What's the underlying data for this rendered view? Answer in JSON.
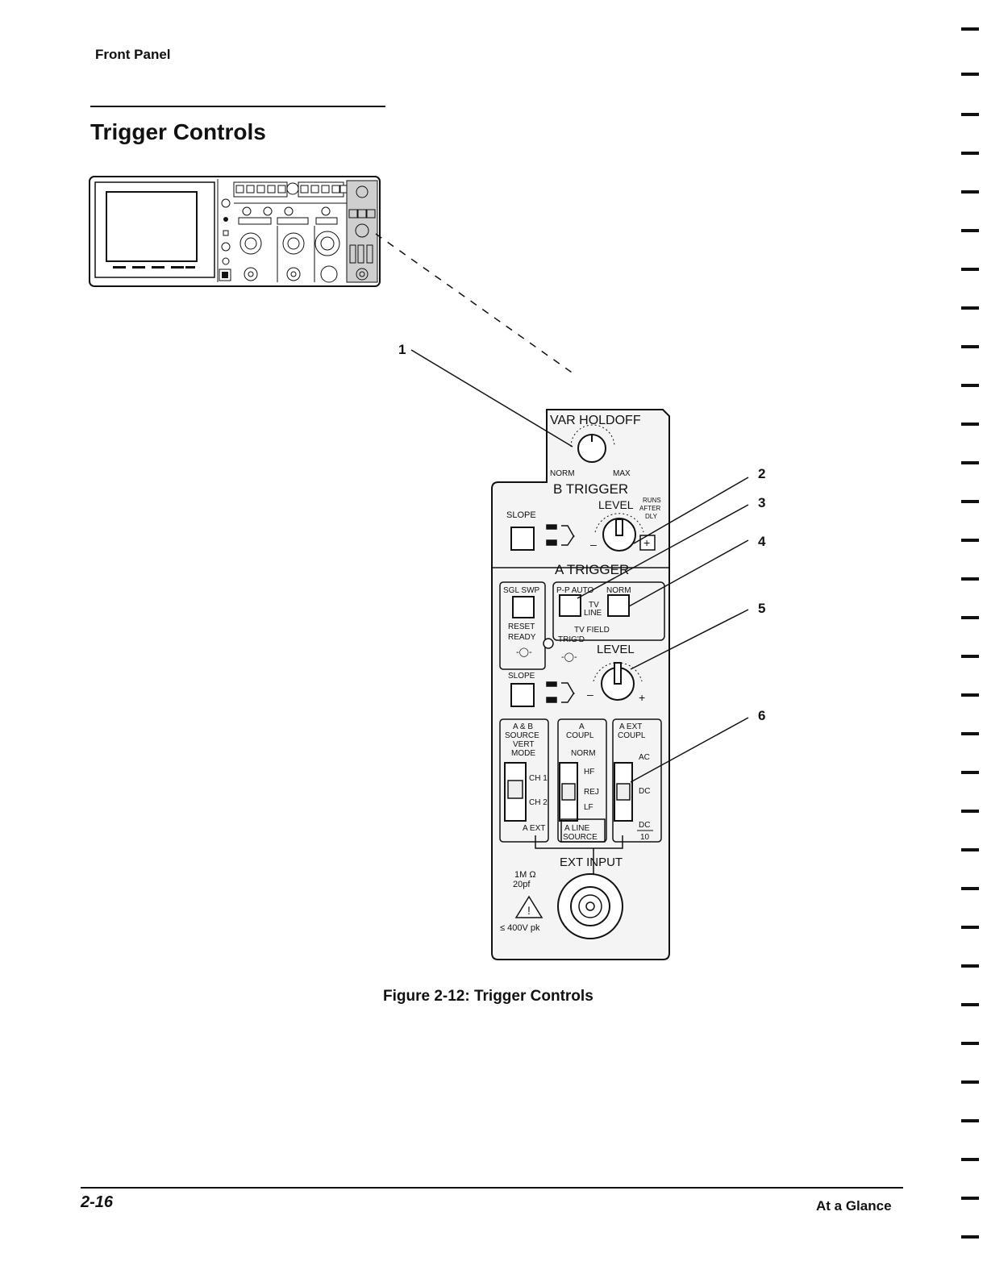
{
  "header": {
    "label": "Front Panel"
  },
  "section": {
    "title": "Trigger Controls"
  },
  "figure": {
    "caption": "Figure 2-12:  Trigger Controls",
    "callouts": [
      "1",
      "2",
      "3",
      "4",
      "5",
      "6"
    ],
    "panel": {
      "var_holdoff": {
        "title": "VAR HOLDOFF",
        "min_label": "NORM",
        "max_label": "MAX"
      },
      "b_trigger": {
        "title": "B TRIGGER",
        "slope_label": "SLOPE",
        "level_label": "LEVEL",
        "runs_after_dly": [
          "RUNS",
          "AFTER",
          "DLY"
        ],
        "minus": "–",
        "plus": "+"
      },
      "a_trigger": {
        "title": "A TRIGGER",
        "sgl_swp_label": "SGL SWP",
        "reset_label": "RESET",
        "ready_label": "READY",
        "pp_auto_label": "P-P AUTO",
        "tv_label": "TV",
        "line_label": "LINE",
        "norm_label": "NORM",
        "tv_field_label": "TV FIELD",
        "trigd_label": "TRIG'D",
        "level_label": "LEVEL",
        "slope_label": "SLOPE",
        "minus": "–",
        "plus": "+"
      },
      "source_switch": {
        "title_lines": [
          "A & B",
          "SOURCE",
          "VERT",
          "MODE"
        ],
        "options": [
          "CH 1",
          "CH 2",
          "A EXT"
        ]
      },
      "coupling_switch": {
        "title_lines": [
          "A",
          "COUPL"
        ],
        "options": [
          "NORM",
          "HF",
          "REJ",
          "LF"
        ],
        "footer_lines": [
          "A LINE",
          "SOURCE"
        ]
      },
      "ext_coupling_switch": {
        "title_lines": [
          "A EXT",
          "COUPL"
        ],
        "options": [
          "AC",
          "DC"
        ],
        "divider_top": "DC",
        "divider_bottom": "10"
      },
      "ext_input": {
        "title": "EXT INPUT",
        "impedance": "1M Ω",
        "capacitance": "20pf",
        "warning_symbol": "!",
        "max_voltage": "≤  400V pk"
      }
    }
  },
  "footer": {
    "page_number": "2-16",
    "chapter": "At a Glance"
  }
}
